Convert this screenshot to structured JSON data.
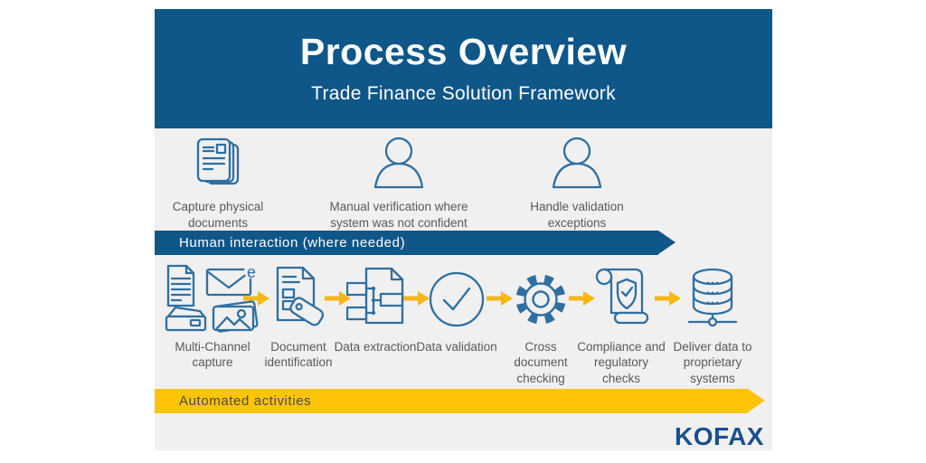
{
  "header": {
    "title": "Process Overview",
    "subtitle": "Trade Finance Solution Framework"
  },
  "human_row": {
    "banner": "Human interaction (where needed)",
    "items": [
      {
        "icon": "documents-stack-icon",
        "label": "Capture physical documents"
      },
      {
        "icon": "person-icon",
        "label": "Manual verification where system was not confident"
      },
      {
        "icon": "person-icon",
        "label": "Handle validation exceptions"
      }
    ]
  },
  "process_row": {
    "banner": "Automated activities",
    "steps": [
      {
        "icon": "multi-channel-capture-icon",
        "label": "Multi-Channel capture"
      },
      {
        "icon": "document-tag-icon",
        "label": "Document identification"
      },
      {
        "icon": "data-extraction-icon",
        "label": "Data extraction"
      },
      {
        "icon": "check-circle-icon",
        "label": "Data validation"
      },
      {
        "icon": "gear-icon",
        "label": "Cross document checking"
      },
      {
        "icon": "scroll-shield-icon",
        "label": "Compliance and regulatory checks"
      },
      {
        "icon": "database-icon",
        "label": "Deliver data to proprietary systems"
      }
    ]
  },
  "footer": {
    "logo": "KOFAX"
  },
  "colors": {
    "header_blue": "#0F5689",
    "banner_blue": "#0F5689",
    "banner_yellow": "#FDC408",
    "arrow_yellow": "#F7B70F",
    "canvas_gray": "#F0F0F1",
    "icon_blue": "#2E6FA2",
    "label_gray": "#58595B",
    "logo_blue": "#1A4F8C"
  }
}
